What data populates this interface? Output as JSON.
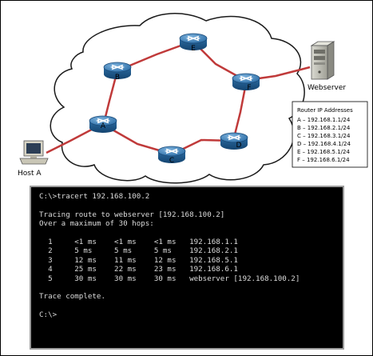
{
  "routers": [
    {
      "id": "A",
      "label": "A"
    },
    {
      "id": "B",
      "label": "B"
    },
    {
      "id": "C",
      "label": "C"
    },
    {
      "id": "D",
      "label": "D"
    },
    {
      "id": "E",
      "label": "E"
    },
    {
      "id": "F",
      "label": "F"
    }
  ],
  "labels": {
    "host": "Host A",
    "webserver": "Webserver"
  },
  "ip_box": {
    "title": "Router IP Addresses",
    "lines": [
      "A – 192.168.1.1/24",
      "B – 192.168.2.1/24",
      "C – 192.168.3.1/24",
      "D – 192.168.4.1/24",
      "E – 192.168.5.1/24",
      "F – 192.168.6.1/24"
    ]
  },
  "terminal": {
    "lines": [
      "C:\\>tracert 192.168.100.2",
      "",
      "Tracing route to webserver [192.168.100.2]",
      "Over a maximum of 30 hops:",
      "",
      "  1     <1 ms    <1 ms    <1 ms   192.168.1.1",
      "  2     5 ms     5 ms     5 ms    192.168.2.1",
      "  3     12 ms    11 ms    12 ms   192.168.5.1",
      "  4     25 ms    22 ms    23 ms   192.168.6.1",
      "  5     30 ms    30 ms    30 ms   webserver [192.168.100.2]",
      "",
      "Trace complete.",
      "",
      "C:\\>"
    ]
  }
}
